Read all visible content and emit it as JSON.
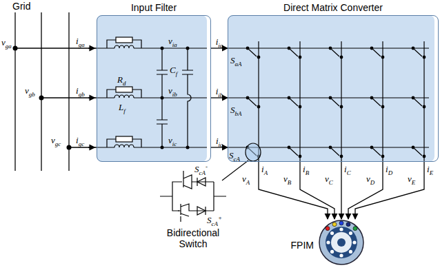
{
  "diagram": {
    "nodes": [
      {
        "text": [
          "Input Filter"
        ]
      },
      {
        "text": [
          "Direct Matrix Converter"
        ]
      },
      {
        "text": [
          "FPIM"
        ]
      }
    ],
    "edges": [
      {
        "from": 0,
        "to": 1,
        "arrow": "to",
        "label": "iia"
      },
      {
        "from": 0,
        "to": 1,
        "arrow": "to",
        "label": "iib"
      },
      {
        "from": 0,
        "to": 1,
        "arrow": "to",
        "label": "iic"
      },
      {
        "from": 1,
        "to": 2,
        "arrow": "to",
        "label": "iA"
      },
      {
        "from": 1,
        "to": 2,
        "arrow": "to",
        "label": "iB"
      },
      {
        "from": 1,
        "to": 2,
        "arrow": "to",
        "label": "iC"
      },
      {
        "from": 1,
        "to": 2,
        "arrow": "to",
        "label": "iD"
      },
      {
        "from": 1,
        "to": 2,
        "arrow": "to",
        "label": "iE"
      }
    ],
    "labels": [
      "Grid",
      "vga",
      "vgb",
      "vgc",
      "iga",
      "igb",
      "igc",
      "Rd",
      "Lf",
      "via",
      "vib",
      "vic",
      "Cf",
      "SaA",
      "SbA",
      "ScA",
      "vA",
      "vB",
      "vC",
      "vD",
      "vE",
      "ScA-",
      "ScA+",
      "Bidirectional Switch"
    ]
  }
}
